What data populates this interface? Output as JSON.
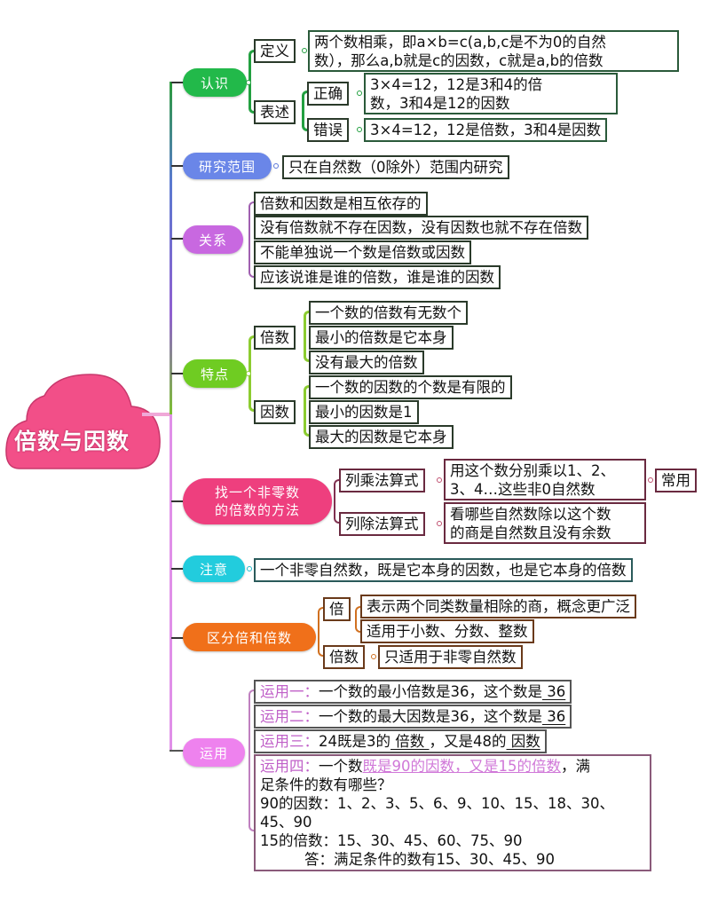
{
  "title": "倍数与因数",
  "colors": {
    "root": "#f24f88",
    "renshi": "#22b94a",
    "fanwei": "#6a86e8",
    "guanxi": "#c868e0",
    "tedian": "#6fcc22",
    "fangfa": "#ee3f7e",
    "zhuyi": "#22ccdd",
    "qufen": "#f0701a",
    "yunyong": "#ee82ee"
  },
  "branches": {
    "renshi": {
      "label": "认识",
      "dingyi": {
        "label": "定义",
        "line1": "两个数相乘，即a×b=c(a,b,c是不为0的自然",
        "line2": "数），那么a,b就是c的因数，c就是a,b的倍数"
      },
      "biaoshu": {
        "label": "表述",
        "zhengque": {
          "label": "正确",
          "line1": "3×4=12，12是3和4的倍",
          "line2": "数，3和4是12的因数"
        },
        "cuowu": {
          "label": "错误",
          "text": "3×4=12，12是倍数，3和4是因数"
        }
      }
    },
    "fanwei": {
      "label": "研究范围",
      "text": "只在自然数（0除外）范围内研究"
    },
    "guanxi": {
      "label": "关系",
      "items": [
        "倍数和因数是相互依存的",
        "没有倍数就不存在因数，没有因数也就不存在倍数",
        "不能单独说一个数是倍数或因数",
        "应该说谁是谁的倍数，谁是谁的因数"
      ]
    },
    "tedian": {
      "label": "特点",
      "beishu": {
        "label": "倍数",
        "items": [
          "一个数的倍数有无数个",
          "最小的倍数是它本身",
          "没有最大的倍数"
        ]
      },
      "yinshu": {
        "label": "因数",
        "items": [
          "一个数的因数的个数是有限的",
          "最小的因数是1",
          "最大的因数是它本身"
        ]
      }
    },
    "fangfa": {
      "label_line1": "找一个非零数",
      "label_line2": "的倍数的方法",
      "chengfa": {
        "label": "列乘法算式",
        "line1": "用这个数分别乘以1、2、",
        "line2": "3、4…这些非0自然数",
        "tag": "常用"
      },
      "chufa": {
        "label": "列除法算式",
        "line1": "看哪些自然数除以这个数",
        "line2": "的商是自然数且没有余数"
      }
    },
    "zhuyi": {
      "label": "注意",
      "text": "一个非零自然数，既是它本身的因数，也是它本身的倍数"
    },
    "qufen": {
      "label": "区分倍和倍数",
      "bei": {
        "label": "倍",
        "items": [
          "表示两个同类数量相除的商，概念更广泛",
          "适用于小数、分数、整数"
        ]
      },
      "beishu": {
        "label": "倍数",
        "text": "只适用于非零自然数"
      }
    },
    "yunyong": {
      "label": "运用",
      "q1": {
        "prefix": "运用一：",
        "text": "一个数的最小倍数是36，这个数是",
        "answer": " 36 "
      },
      "q2": {
        "prefix": "运用二：",
        "text": "一个数的最大因数是36，这个数是",
        "answer": " 36 "
      },
      "q3": {
        "prefix": "运用三：",
        "text_a": "24既是3的",
        "answer_a": " 倍数 ",
        "text_b": "，又是48的",
        "answer_b": " 因数 "
      },
      "q4": {
        "prefix": "运用四：",
        "text_a": "一个数",
        "highlight": "既是90的因数，又是15的倍数",
        "text_b": "，满",
        "line2": "足条件的数有哪些？",
        "line3": "90的因数：1、2、3、5、6、9、10、15、18、30、",
        "line4": "45、90",
        "line5": "15的倍数：15、30、45、60、75、90",
        "answer": "答：满足条件的数有15、30、45、90"
      }
    }
  }
}
